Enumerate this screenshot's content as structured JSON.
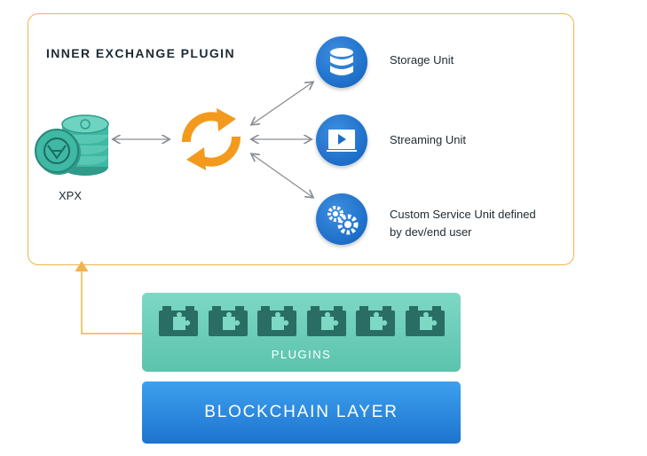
{
  "diagram": {
    "title": "INNER EXCHANGE PLUGIN",
    "token": {
      "label": "XPX",
      "icon": "xpx-coin-stack-icon"
    },
    "exchange_icon": "sync-arrows-icon",
    "units": [
      {
        "label": "Storage Unit",
        "icon": "database-icon"
      },
      {
        "label": "Streaming Unit",
        "icon": "play-screen-icon"
      },
      {
        "label": "Custom Service Unit defined\nby dev/end user",
        "icon": "gears-icon"
      }
    ],
    "plugins": {
      "label": "PLUGINS",
      "icon": "puzzle-plugin-icon",
      "count": 6
    },
    "base_layer": {
      "label": "BLOCKCHAIN LAYER"
    },
    "colors": {
      "frame": "#f0b44a",
      "xpx_teal": "#3fb8a4",
      "exchange_orange": "#f39a1e",
      "unit_blue": "#1c6ec8",
      "plugins_panel": "#68c9b4",
      "plugin_icon": "#2a6d64",
      "blockchain_blue": "#2b87dc",
      "connector_gray": "#8a8f94"
    }
  }
}
